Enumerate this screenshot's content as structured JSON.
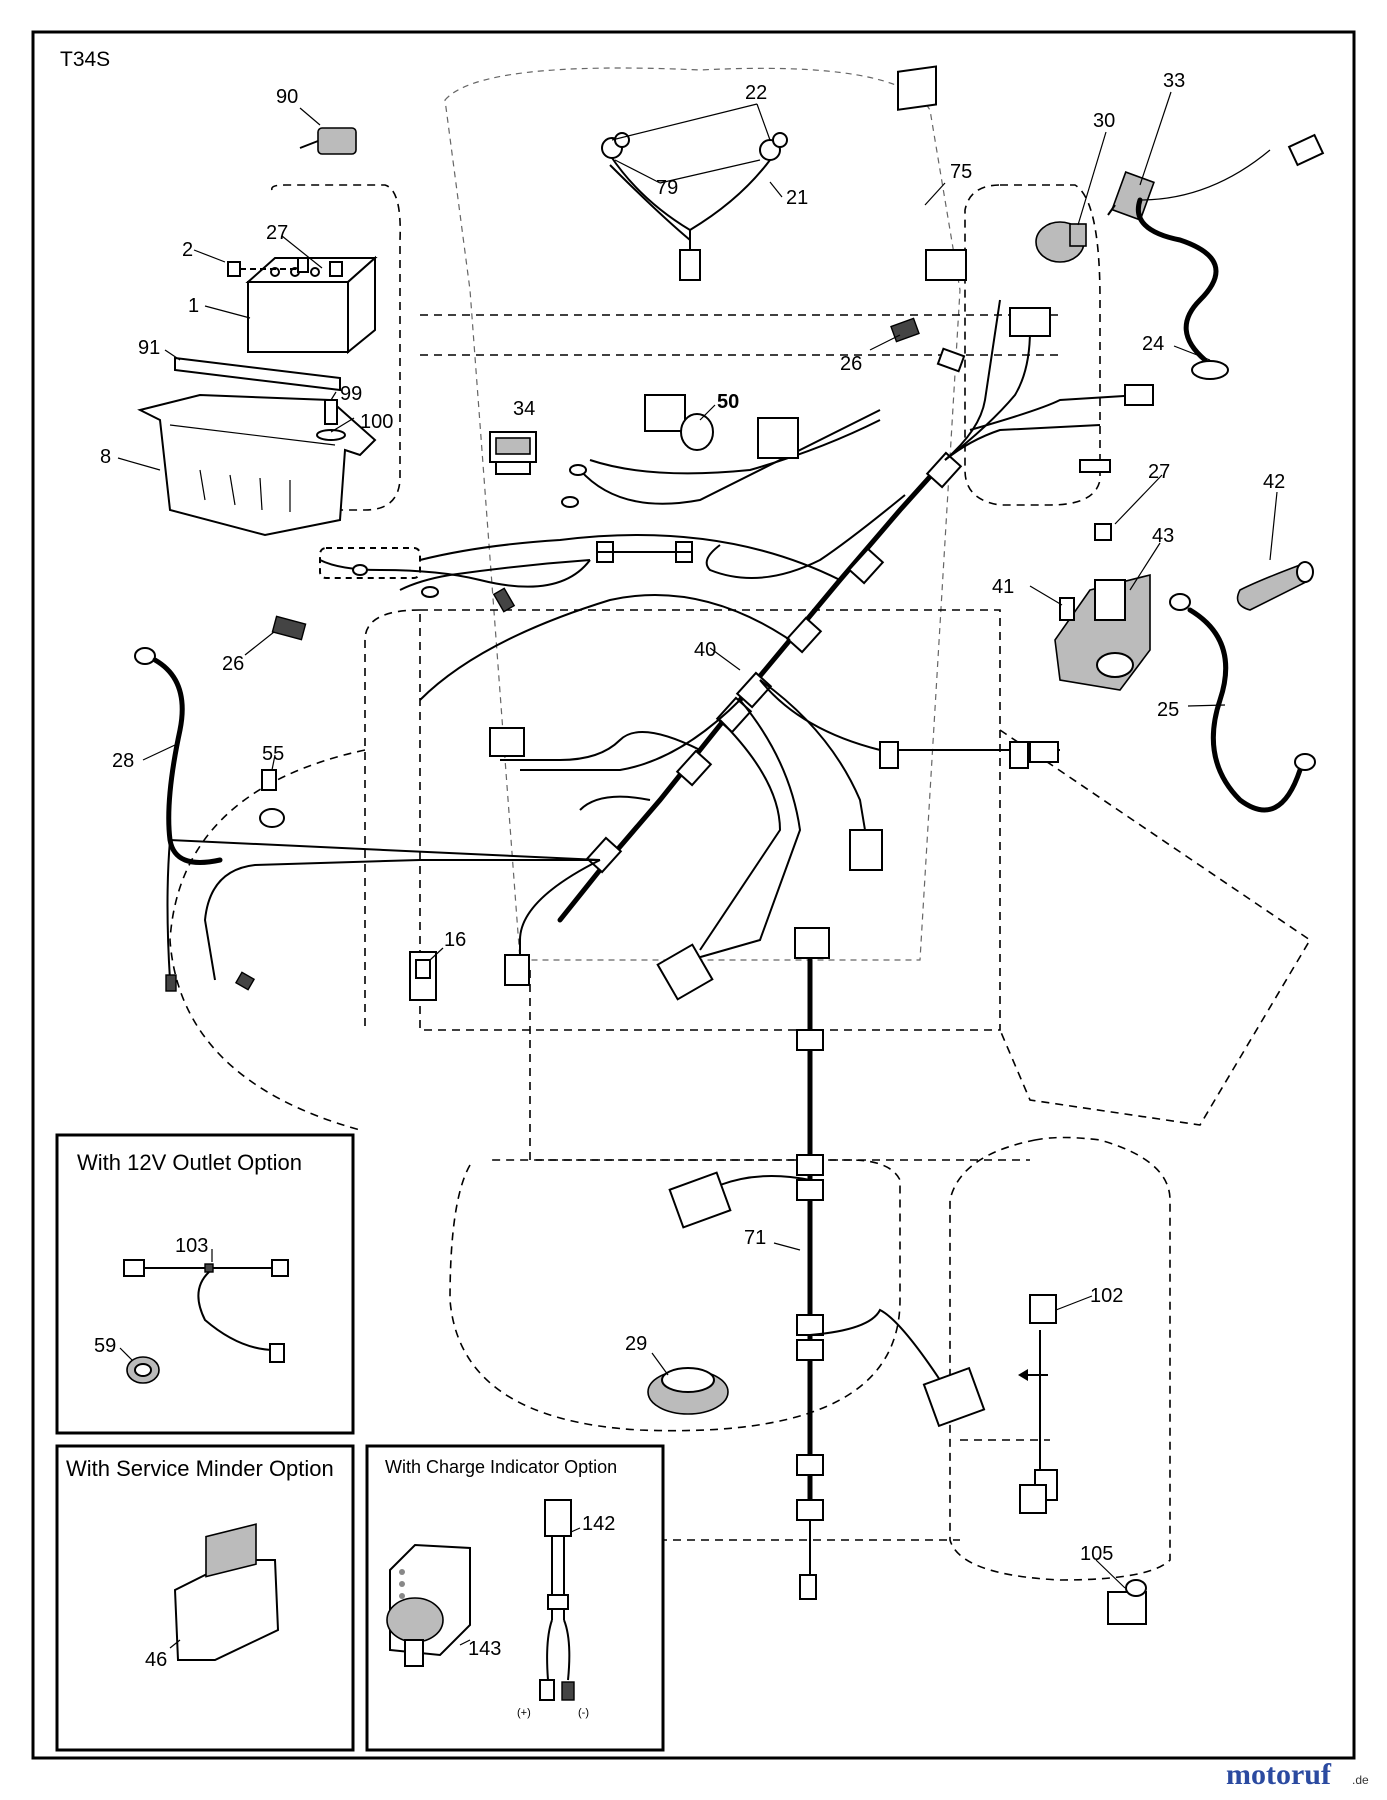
{
  "diagram": {
    "code": "T34S",
    "callouts": [
      {
        "id": "c90",
        "label": "90"
      },
      {
        "id": "c22",
        "label": "22"
      },
      {
        "id": "c79",
        "label": "79"
      },
      {
        "id": "c21",
        "label": "21"
      },
      {
        "id": "c75",
        "label": "75"
      },
      {
        "id": "c30",
        "label": "30"
      },
      {
        "id": "c33",
        "label": "33"
      },
      {
        "id": "c2",
        "label": "2"
      },
      {
        "id": "c27a",
        "label": "27"
      },
      {
        "id": "c1",
        "label": "1"
      },
      {
        "id": "c91",
        "label": "91"
      },
      {
        "id": "c99",
        "label": "99"
      },
      {
        "id": "c100",
        "label": "100"
      },
      {
        "id": "c8",
        "label": "8"
      },
      {
        "id": "c26a",
        "label": "26"
      },
      {
        "id": "c34",
        "label": "34"
      },
      {
        "id": "c50",
        "label": "50"
      },
      {
        "id": "c24",
        "label": "24"
      },
      {
        "id": "c27b",
        "label": "27"
      },
      {
        "id": "c43",
        "label": "43"
      },
      {
        "id": "c42",
        "label": "42"
      },
      {
        "id": "c41",
        "label": "41"
      },
      {
        "id": "c26b",
        "label": "26"
      },
      {
        "id": "c40",
        "label": "40"
      },
      {
        "id": "c25",
        "label": "25"
      },
      {
        "id": "c28",
        "label": "28"
      },
      {
        "id": "c55",
        "label": "55"
      },
      {
        "id": "c16",
        "label": "16"
      },
      {
        "id": "c71",
        "label": "71"
      },
      {
        "id": "c29",
        "label": "29"
      },
      {
        "id": "c102",
        "label": "102"
      },
      {
        "id": "c105",
        "label": "105"
      }
    ],
    "insets": [
      {
        "id": "outlet",
        "title": "With 12V Outlet Option",
        "callouts": [
          "103",
          "59"
        ]
      },
      {
        "id": "minder",
        "title": "With Service Minder Option",
        "callouts": [
          "46"
        ]
      },
      {
        "id": "charge",
        "title": "With Charge Indicator Option",
        "callouts": [
          "142",
          "143"
        ],
        "polarity": [
          "(+)",
          "(-)"
        ]
      }
    ]
  },
  "watermark": {
    "brand": "motoruf",
    "tld": ".de"
  },
  "colors": {
    "line": "#000000",
    "background": "#ffffff",
    "watermark_blue": "#2b4aa0",
    "watermark_green": "#3f8f3a"
  }
}
